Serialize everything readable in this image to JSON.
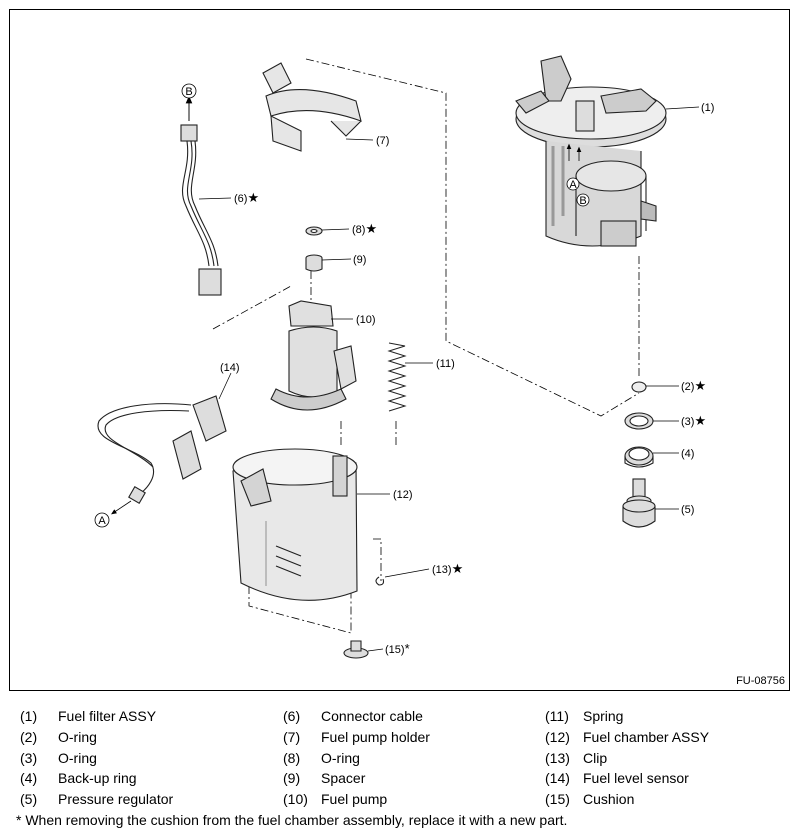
{
  "figure_code": "FU-08756",
  "connector_labels": {
    "a": "A",
    "b": "B"
  },
  "callouts": [
    {
      "id": "c1",
      "num": "(1)",
      "star": ""
    },
    {
      "id": "c2",
      "num": "(2)",
      "star": "★"
    },
    {
      "id": "c3",
      "num": "(3)",
      "star": "★"
    },
    {
      "id": "c4",
      "num": "(4)",
      "star": ""
    },
    {
      "id": "c5",
      "num": "(5)",
      "star": ""
    },
    {
      "id": "c6",
      "num": "(6)",
      "star": "★"
    },
    {
      "id": "c7",
      "num": "(7)",
      "star": ""
    },
    {
      "id": "c8",
      "num": "(8)",
      "star": "★"
    },
    {
      "id": "c9",
      "num": "(9)",
      "star": ""
    },
    {
      "id": "c10",
      "num": "(10)",
      "star": ""
    },
    {
      "id": "c11",
      "num": "(11)",
      "star": ""
    },
    {
      "id": "c12",
      "num": "(12)",
      "star": ""
    },
    {
      "id": "c13",
      "num": "(13)",
      "star": "★"
    },
    {
      "id": "c14",
      "num": "(14)",
      "star": ""
    },
    {
      "id": "c15",
      "num": "(15)",
      "star": "*"
    }
  ],
  "legend": [
    {
      "num": "(1)",
      "name": "Fuel filter ASSY"
    },
    {
      "num": "(2)",
      "name": "O-ring"
    },
    {
      "num": "(3)",
      "name": "O-ring"
    },
    {
      "num": "(4)",
      "name": "Back-up ring"
    },
    {
      "num": "(5)",
      "name": "Pressure regulator"
    },
    {
      "num": "(6)",
      "name": "Connector cable"
    },
    {
      "num": "(7)",
      "name": "Fuel pump holder"
    },
    {
      "num": "(8)",
      "name": "O-ring"
    },
    {
      "num": "(9)",
      "name": "Spacer"
    },
    {
      "num": "(10)",
      "name": "Fuel pump"
    },
    {
      "num": "(11)",
      "name": "Spring"
    },
    {
      "num": "(12)",
      "name": "Fuel chamber ASSY"
    },
    {
      "num": "(13)",
      "name": "Clip"
    },
    {
      "num": "(14)",
      "name": "Fuel level sensor"
    },
    {
      "num": "(15)",
      "name": "Cushion"
    }
  ],
  "footnote": "* When removing the cushion from the fuel chamber assembly, replace it with a new part."
}
